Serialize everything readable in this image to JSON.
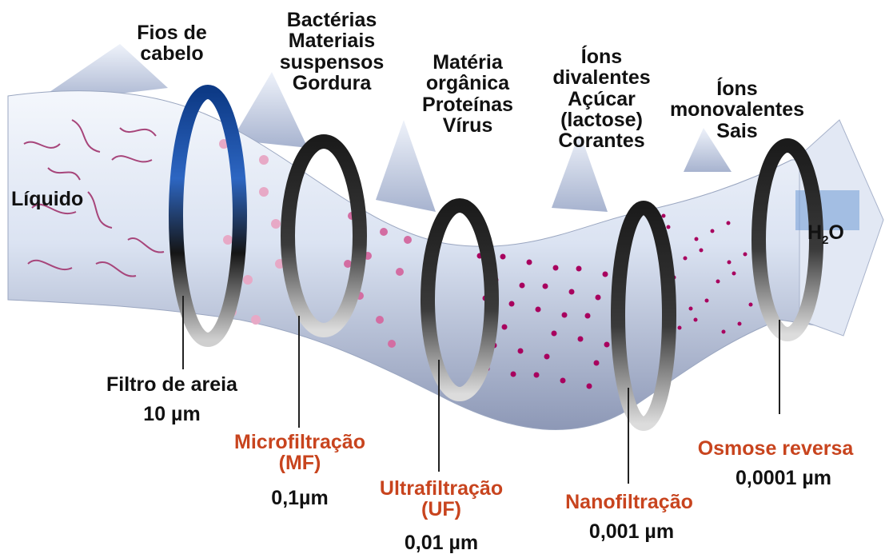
{
  "colors": {
    "tube_light": "#e6ecf7",
    "tube_mid": "#b8c4dc",
    "tube_dark": "#8590ae",
    "ring_dark": "#101010",
    "ring_blue": "#1f55b0",
    "dot_pink": "#e0a0c0",
    "dot_magenta": "#b0006a",
    "fiber": "#a7457a",
    "accent_red": "#c8441e",
    "text": "#111111"
  },
  "icons": [
    "hair-fibers",
    "particles",
    "molecules",
    "ions"
  ],
  "diagram": {
    "input_label": "Líquido",
    "output_label": "H",
    "output_subscript": "2",
    "output_suffix": "O",
    "retained": [
      {
        "lines": "Fios de\ncabelo"
      },
      {
        "lines": "Bactérias\nMateriais\nsuspensos\nGordura"
      },
      {
        "lines": "Matéria\norgânica\nProteínas\nVírus"
      },
      {
        "lines": "Íons\ndivalentes\nAçúcar\n(lactose)\nCorantes"
      },
      {
        "lines": "Íons\nmonovalentes\nSais"
      }
    ],
    "stages": [
      {
        "name": "Filtro de areia",
        "size": "10 µm"
      },
      {
        "name": "Microfiltração\n(MF)",
        "size": "0,1µm"
      },
      {
        "name": "Ultrafiltração\n(UF)",
        "size": "0,01 µm"
      },
      {
        "name": "Nanofiltração",
        "size": "0,001 µm"
      },
      {
        "name": "Osmose reversa",
        "size": "0,0001 µm"
      }
    ]
  }
}
